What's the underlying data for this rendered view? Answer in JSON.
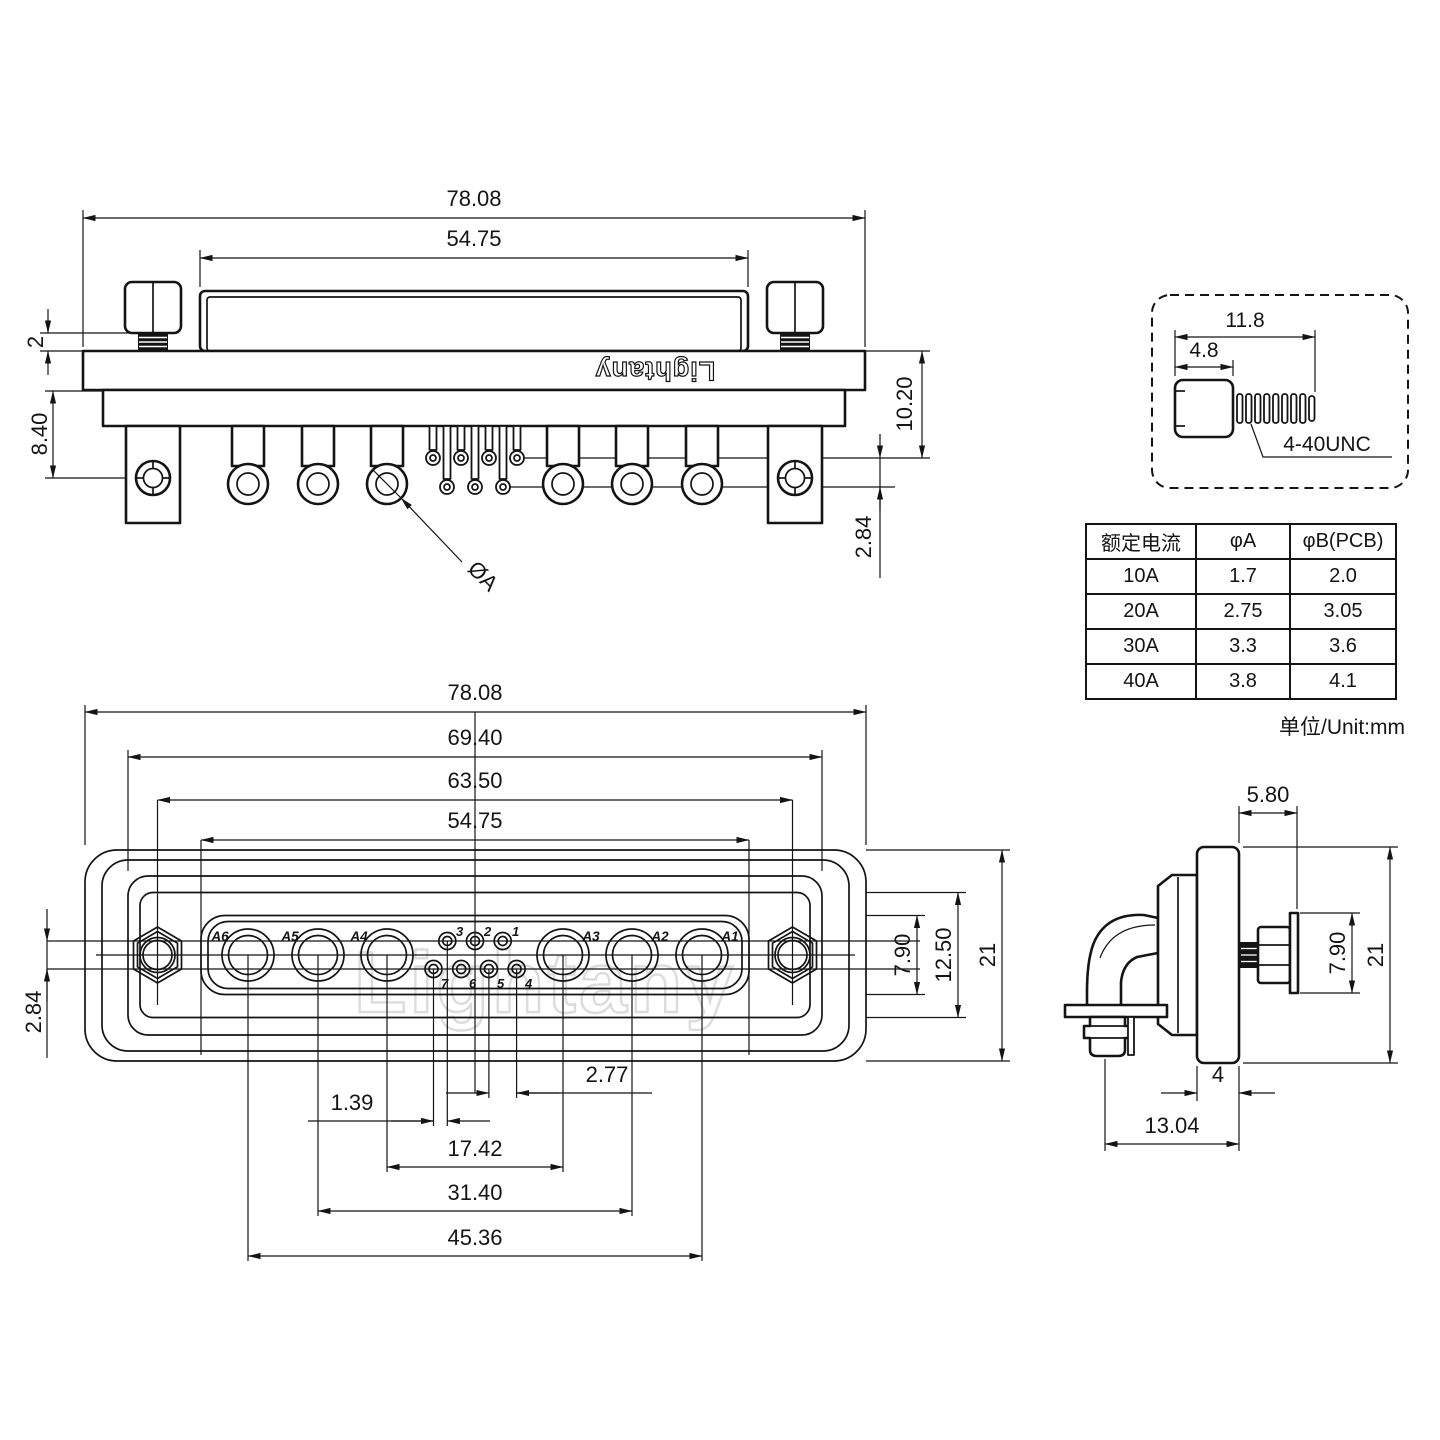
{
  "brand": {
    "logo_text": "Lightany",
    "watermark_text": "Lightany"
  },
  "top_view": {
    "dim_overall_width": "78.08",
    "dim_shroud_width": "54.75",
    "dim_thread_exposed": "2",
    "dim_bracket_offset": "8.40",
    "dim_body_height": "10.20",
    "dim_pin_row_offset": "2.84",
    "pin_dia_label": "ØA"
  },
  "screw_detail": {
    "dim_length_total": "11.8",
    "dim_length_head": "4.8",
    "thread_spec": "4-40UNC"
  },
  "spec_table": {
    "col_headers": [
      "额定电流",
      "φA",
      "φB(PCB)"
    ],
    "rows": [
      [
        "10A",
        "1.7",
        "2.0"
      ],
      [
        "20A",
        "2.75",
        "3.05"
      ],
      [
        "30A",
        "3.3",
        "3.6"
      ],
      [
        "40A",
        "3.8",
        "4.1"
      ]
    ],
    "unit_note": "单位/Unit:mm"
  },
  "front_view": {
    "dim_overall_width": "78.08",
    "dim_flange_width": "69.40",
    "dim_mount_pitch": "63.50",
    "dim_shell_width": "54.75",
    "dim_pin_row_offset": "2.84",
    "dim_row_stagger": "1.39",
    "dim_pitch_a4_a3": "17.42",
    "dim_pitch_a5_a2": "31.40",
    "dim_pitch_a6_a1": "45.36",
    "dim_signal_pitch": "2.77",
    "dim_shell_height": "7.90",
    "dim_insert_height": "12.50",
    "dim_overall_height": "21",
    "power_pin_labels": [
      "A6",
      "A5",
      "A4",
      "A3",
      "A2",
      "A1"
    ],
    "signal_top_labels": [
      "3",
      "2",
      "1"
    ],
    "signal_bottom_labels": [
      "7",
      "6",
      "5",
      "4"
    ]
  },
  "side_view": {
    "dim_screw_boss": "5.80",
    "dim_screw_dia": "7.90",
    "dim_overall_height": "21",
    "dim_flange_thickness": "4",
    "dim_depth_behind": "13.04"
  }
}
